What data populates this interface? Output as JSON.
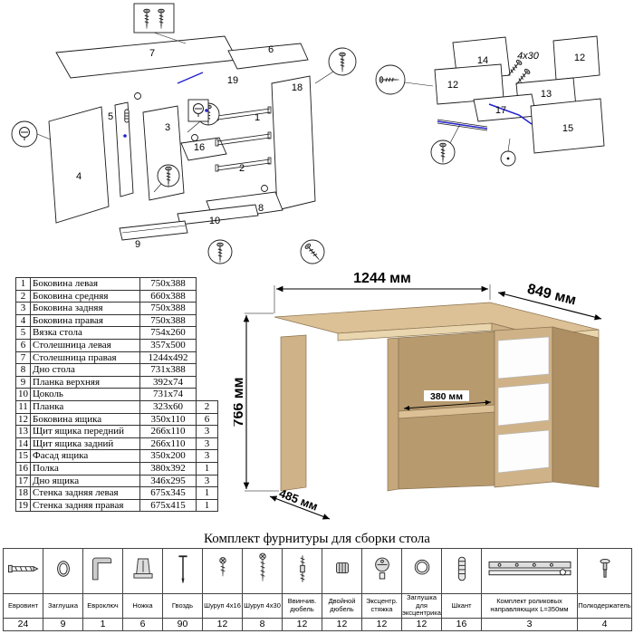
{
  "diagrams": {
    "accent_color": "#2222cc",
    "left": {
      "title": "exploded-desk-assembly",
      "labels": [
        {
          "text": "7"
        },
        {
          "text": "6"
        },
        {
          "text": "19"
        },
        {
          "text": "18"
        },
        {
          "text": "5"
        },
        {
          "text": "3"
        },
        {
          "text": "16"
        },
        {
          "text": "1"
        },
        {
          "text": "2"
        },
        {
          "text": "4"
        },
        {
          "text": "8"
        },
        {
          "text": "10"
        },
        {
          "text": "9"
        }
      ]
    },
    "right": {
      "title": "exploded-drawer-assembly",
      "screw_note": "4x30",
      "labels": [
        {
          "text": "14"
        },
        {
          "text": "12"
        },
        {
          "text": "12"
        },
        {
          "text": "13"
        },
        {
          "text": "17"
        },
        {
          "text": "15"
        }
      ]
    }
  },
  "desk_view": {
    "dimensions": {
      "width": "1244 мм",
      "depth_right": "849 мм",
      "height": "766 мм",
      "shelf_depth": "380 мм",
      "depth_left": "485 мм"
    },
    "colors": {
      "wood": "#d9c096",
      "wood_dark": "#ad8f63",
      "drawer": "#fdfdfd"
    }
  },
  "parts_table": {
    "rows_a": [
      {
        "num": "1",
        "name": "Боковина левая",
        "size": "750x388"
      },
      {
        "num": "2",
        "name": "Боковина средняя",
        "size": "660x388"
      },
      {
        "num": "3",
        "name": "Боковина задняя",
        "size": "750x388"
      },
      {
        "num": "4",
        "name": "Боковина правая",
        "size": "750x388"
      },
      {
        "num": "5",
        "name": "Вязка стола",
        "size": "754x260"
      },
      {
        "num": "6",
        "name": "Столешница левая",
        "size": "357x500"
      },
      {
        "num": "7",
        "name": "Столешница правая",
        "size": "1244x492"
      },
      {
        "num": "8",
        "name": "Дно стола",
        "size": "731x388"
      },
      {
        "num": "9",
        "name": "Планка верхняя",
        "size": "392x74"
      },
      {
        "num": "10",
        "name": "Цоколь",
        "size": "731x74"
      }
    ],
    "rows_b": [
      {
        "num": "11",
        "name": "Планка",
        "size": "323x60",
        "qty": "2"
      },
      {
        "num": "12",
        "name": "Боковина ящика",
        "size": "350x110",
        "qty": "6"
      },
      {
        "num": "13",
        "name": "Щит ящика передний",
        "size": "266x110",
        "qty": "3"
      },
      {
        "num": "14",
        "name": "Щит ящика задний",
        "size": "266x110",
        "qty": "3"
      },
      {
        "num": "15",
        "name": "Фасад ящика",
        "size": "350x200",
        "qty": "3"
      },
      {
        "num": "16",
        "name": "Полка",
        "size": "380x392",
        "qty": "1"
      },
      {
        "num": "17",
        "name": "Дно ящика",
        "size": "346x295",
        "qty": "3"
      },
      {
        "num": "18",
        "name": "Стенка задняя левая",
        "size": "675x345",
        "qty": "1"
      },
      {
        "num": "19",
        "name": "Стенка задняя правая",
        "size": "675x415",
        "qty": "1"
      }
    ]
  },
  "hardware": {
    "title": "Комплект фурнитуры для сборки стола",
    "items": [
      {
        "label": "Евровинт",
        "qty": "24",
        "icon": "confirmat-screw-icon"
      },
      {
        "label": "Заглушка",
        "qty": "9",
        "icon": "cap-icon"
      },
      {
        "label": "Евроключ",
        "qty": "1",
        "icon": "hex-key-icon"
      },
      {
        "label": "Ножка",
        "qty": "6",
        "icon": "furniture-leg-icon"
      },
      {
        "label": "Гвоздь",
        "qty": "90",
        "icon": "nail-icon"
      },
      {
        "label": "Шуруп 4x16",
        "qty": "12",
        "icon": "screw-4x16-icon"
      },
      {
        "label": "Шуруп 4x30",
        "qty": "8",
        "icon": "screw-4x30-icon"
      },
      {
        "label": "Ввинчив. дюбель",
        "qty": "12",
        "icon": "screw-in-dowel-icon"
      },
      {
        "label": "Двойной дюбель",
        "qty": "12",
        "icon": "double-dowel-icon"
      },
      {
        "label": "Эксцентр. стяжка",
        "qty": "12",
        "icon": "cam-lock-icon"
      },
      {
        "label": "Заглушка для эксцентрика",
        "qty": "12",
        "icon": "cam-cap-icon"
      },
      {
        "label": "Шкант",
        "qty": "16",
        "icon": "wooden-dowel-icon"
      },
      {
        "label": "Комплект роликовых направляющих L=350мм",
        "qty": "3",
        "icon": "roller-guides-icon"
      },
      {
        "label": "Полкодержатель",
        "qty": "4",
        "icon": "shelf-support-icon"
      }
    ]
  }
}
